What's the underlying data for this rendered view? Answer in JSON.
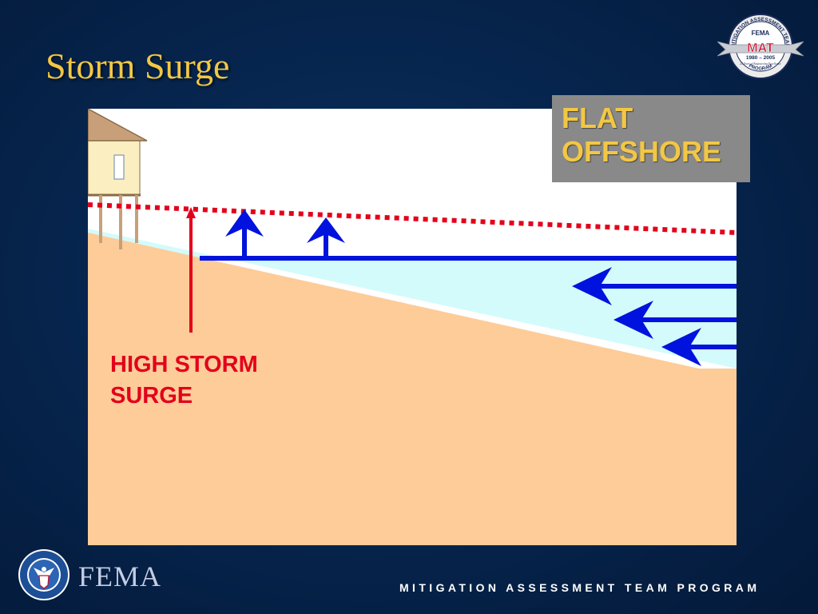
{
  "slide": {
    "title": "Storm Surge",
    "footer": "MITIGATION  ASSESSMENT TEAM PROGRAM",
    "agency": "FEMA"
  },
  "diagram": {
    "box_label_line1": "FLAT",
    "box_label_line2": "OFFSHORE",
    "surge_label_line1": "HIGH STORM",
    "surge_label_line2": "SURGE"
  },
  "mat_logo": {
    "ring_text": "MITIGATION ASSESSMENT TEAM",
    "agency": "FEMA",
    "acronym": "MAT",
    "years": "1980 – 2005",
    "tagline": "25 Years of Engineering Excellence",
    "program": "PROGRAM"
  },
  "colors": {
    "background": "#06244c",
    "title": "#f2c744",
    "ground": "#fdcc98",
    "water": "#d4fbfb",
    "wave_arrows": "#0012dd",
    "surge_line": "#e3001b",
    "box": "#898989"
  }
}
